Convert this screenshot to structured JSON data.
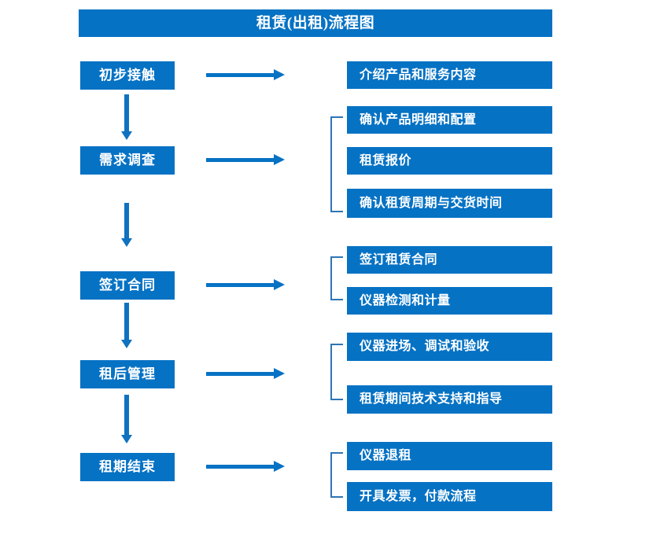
{
  "title": "租赁(出租)流程图",
  "theme": {
    "accent": "#0672C4",
    "bracket": "#2E75B6",
    "arrow": "#1072BF",
    "text_on_accent": "#FFFFFF",
    "background": "#FFFFFF"
  },
  "stages": [
    {
      "id": "initial-contact",
      "label": "初步接触"
    },
    {
      "id": "demand-survey",
      "label": "需求调查"
    },
    {
      "id": "sign-contract",
      "label": "签订合同"
    },
    {
      "id": "post-rent-manage",
      "label": "租后管理"
    },
    {
      "id": "lease-end",
      "label": "租期结束"
    }
  ],
  "details": [
    {
      "id": "intro-product-service",
      "label": "介绍产品和服务内容"
    },
    {
      "id": "confirm-spec-config",
      "label": "确认产品明细和配置"
    },
    {
      "id": "rental-quotation",
      "label": "租赁报价"
    },
    {
      "id": "confirm-term-delivery",
      "label": "确认租赁周期与交货时间"
    },
    {
      "id": "sign-rental-contract",
      "label": "签订租赁合同"
    },
    {
      "id": "instrument-test-meter",
      "label": "仪器检测和计量"
    },
    {
      "id": "instrument-onsite",
      "label": "仪器进场、调试和验收"
    },
    {
      "id": "tech-support-guidance",
      "label": "租赁期间技术支持和指导"
    },
    {
      "id": "instrument-return",
      "label": "仪器退租"
    },
    {
      "id": "invoice-payment",
      "label": "开具发票，付款流程"
    }
  ],
  "groups": [
    {
      "id": "group-demand",
      "covers": [
        "confirm-spec-config",
        "rental-quotation",
        "confirm-term-delivery"
      ]
    },
    {
      "id": "group-contract",
      "covers": [
        "sign-rental-contract",
        "instrument-test-meter"
      ]
    },
    {
      "id": "group-post-rent",
      "covers": [
        "instrument-onsite",
        "tech-support-guidance"
      ]
    },
    {
      "id": "group-lease-end",
      "covers": [
        "instrument-return",
        "invoice-payment"
      ]
    }
  ],
  "connectors": {
    "horizontal_count": 5,
    "vertical_count": 4
  }
}
